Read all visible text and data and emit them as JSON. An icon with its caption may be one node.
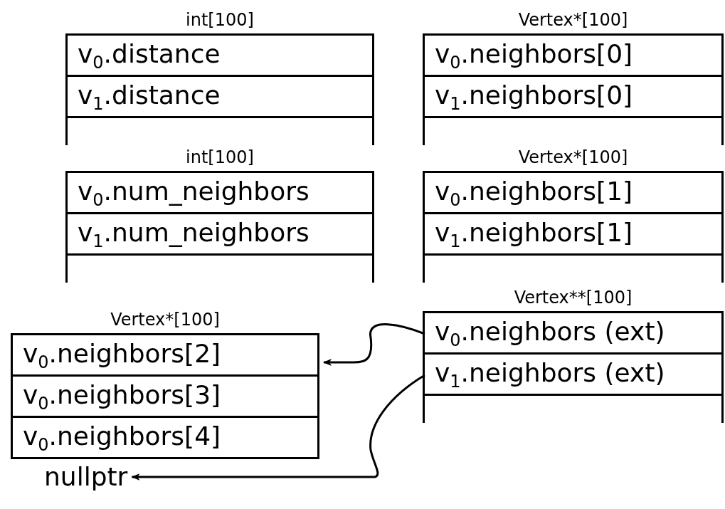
{
  "diagram": {
    "nodes": [
      {
        "text": [
          "int[100]"
        ]
      },
      {
        "text": [
          "v$_{0}$.distance"
        ],
        "in": 0
      },
      {
        "text": [
          "v$_{1}$.distance"
        ],
        "in": 0
      },
      {
        "text": [
          "Vertex*[100]"
        ]
      },
      {
        "text": [
          "v$_{0}$.neighbors[0]"
        ],
        "in": 3
      },
      {
        "text": [
          "v$_{1}$.neighbors[0]"
        ],
        "in": 3
      },
      {
        "text": [
          "int[100]"
        ]
      },
      {
        "text": [
          "v$_{0}$.num_neighbors"
        ],
        "in": 6
      },
      {
        "text": [
          "v$_{1}$.num_neighbors"
        ],
        "in": 6
      },
      {
        "text": [
          "Vertex*[100]"
        ]
      },
      {
        "text": [
          "v$_{0}$.neighbors[1]"
        ],
        "in": 9
      },
      {
        "text": [
          "v$_{1}$.neighbors[1]"
        ],
        "in": 9
      },
      {
        "text": [
          "Vertex*[100]"
        ]
      },
      {
        "text": [
          "v$_{0}$.neighbors[2]"
        ],
        "in": 12
      },
      {
        "text": [
          "v$_{0}$.neighbors[3]"
        ],
        "in": 12
      },
      {
        "text": [
          "v$_{0}$.neighbors[4]"
        ],
        "in": 12
      },
      {
        "text": [
          "Vertex**[100]"
        ]
      },
      {
        "text": [
          "v$_{0}$.neighbors (ext)"
        ],
        "in": 16
      },
      {
        "text": [
          "v$_{1}$.neighbors (ext)"
        ],
        "in": 16
      },
      {
        "text": [
          "nullptr"
        ]
      }
    ],
    "edges": [
      {
        "from": 17,
        "to": 12,
        "arrow": "to"
      },
      {
        "from": 18,
        "to": 19,
        "arrow": "to"
      }
    ]
  }
}
